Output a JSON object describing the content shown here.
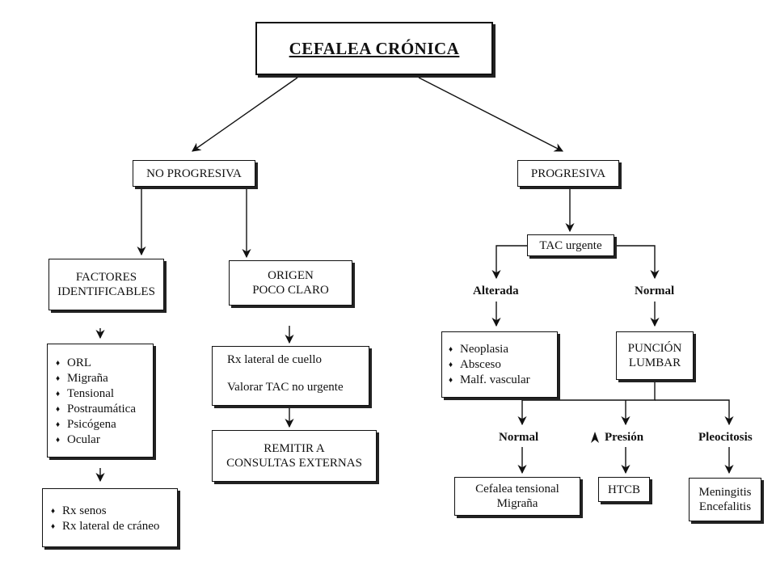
{
  "title": "CEFALEA CRÓNICA",
  "no_progresiva": {
    "label": "NO PROGRESIVA",
    "factores": {
      "line1": "FACTORES",
      "line2": "IDENTIFICABLES"
    },
    "causas": [
      "ORL",
      "Migraña",
      "Tensional",
      "Postraumática",
      "Psicógena",
      "Ocular"
    ],
    "estudios": [
      "Rx senos",
      "Rx lateral de cráneo"
    ],
    "origen": {
      "line1": "ORIGEN",
      "line2": "POCO CLARO"
    },
    "acciones": [
      "Rx lateral de cuello",
      "Valorar TAC no urgente"
    ],
    "remitir": {
      "line1": "REMITIR A",
      "line2": "CONSULTAS EXTERNAS"
    }
  },
  "progresiva": {
    "label": "PROGRESIVA",
    "tac": "TAC urgente",
    "alterada": {
      "label": "Alterada",
      "items": [
        "Neoplasia",
        "Absceso",
        "Malf. vascular"
      ]
    },
    "normal": {
      "label": "Normal",
      "puncion": {
        "line1": "PUNCIÓN",
        "line2": "LUMBAR"
      },
      "resultados": [
        {
          "label": "Normal",
          "result": [
            "Cefalea tensional",
            "Migraña"
          ]
        },
        {
          "label": "Presión",
          "result": [
            "HTCB"
          ]
        },
        {
          "label": "Pleocitosis",
          "result": [
            "Meningitis",
            "Encefalitis"
          ]
        }
      ]
    }
  }
}
